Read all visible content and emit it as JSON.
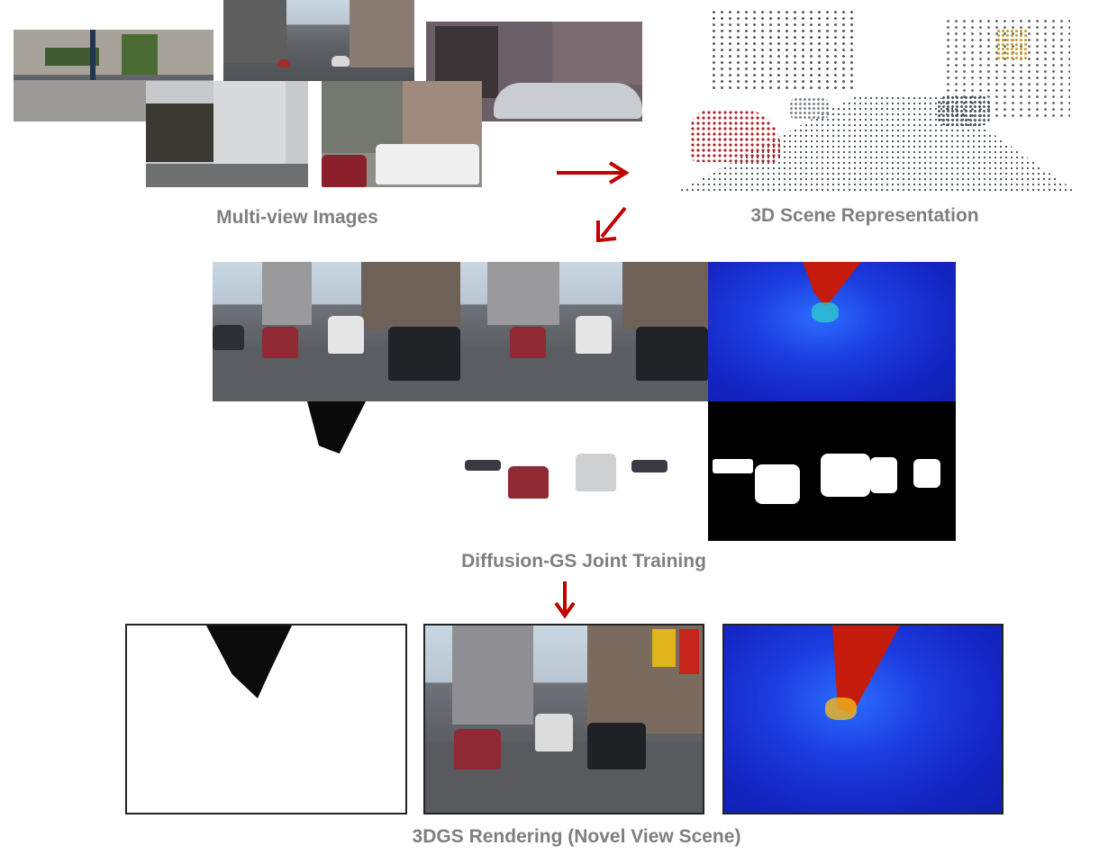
{
  "labels": {
    "multi_view": "Multi-view Images",
    "scene_rep": "3D Scene Representation",
    "joint_training": "Diffusion-GS Joint Training",
    "rendering": "3DGS Rendering (Novel View Scene)"
  },
  "colors": {
    "arrow": "#c00000",
    "label_text": "#7f7f7f",
    "depth_blue": "#1426c4",
    "depth_red": "#c41b0c"
  }
}
